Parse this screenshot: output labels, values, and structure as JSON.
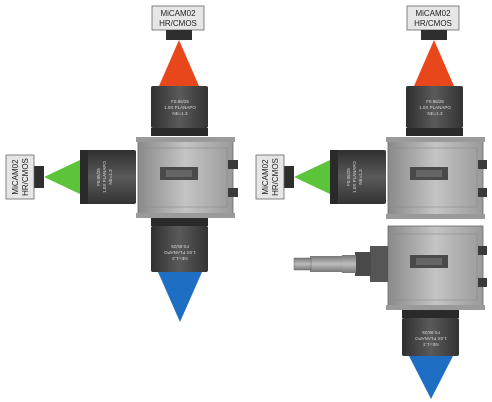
{
  "camera": {
    "model": "MiCAM02",
    "sensor": "HR/CMOS"
  },
  "lens": {
    "line1": "F0.95/25",
    "line2": "1.0X PLANAPO",
    "line3": "NE=1.3"
  },
  "colors": {
    "red_cone": "#e8471c",
    "green_cone": "#5cc43a",
    "blue_cone": "#1e6fc4",
    "body_light": "#b8b8b8",
    "body_dark": "#555555",
    "lens_dark": "#3f3f3f"
  }
}
